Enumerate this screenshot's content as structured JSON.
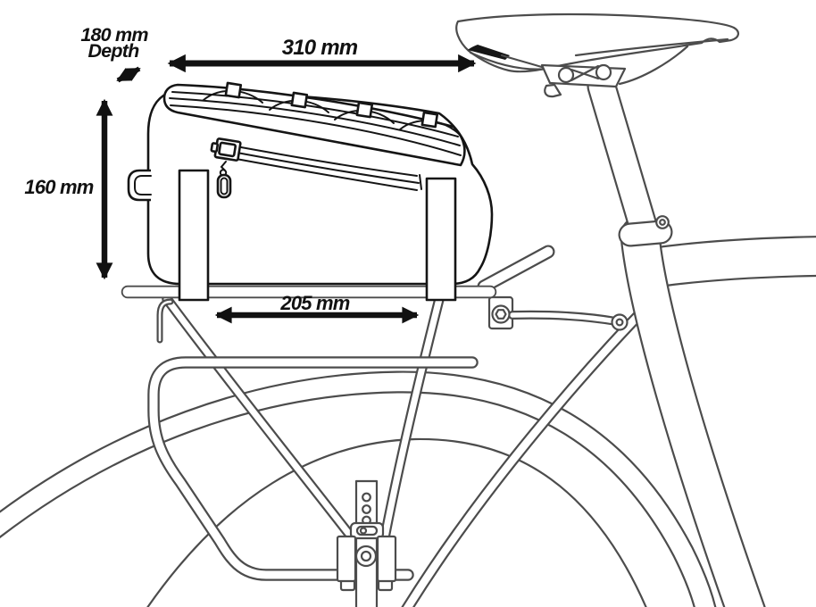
{
  "figure": {
    "description_labels": {
      "width": "310 mm",
      "depth_line1": "180 mm",
      "depth_line2": "Depth",
      "height": "160 mm",
      "rail_spacing": "205 mm"
    }
  },
  "dimensions": {
    "width": {
      "label": "310 mm"
    },
    "depth": {
      "label": "180 mm",
      "caption": "Depth"
    },
    "height": {
      "label": "160 mm"
    },
    "rail_spacing": {
      "label": "205 mm"
    }
  },
  "colors": {
    "ink": "#111111",
    "artwork_line": "#4c4c4c",
    "background": "#ffffff"
  }
}
